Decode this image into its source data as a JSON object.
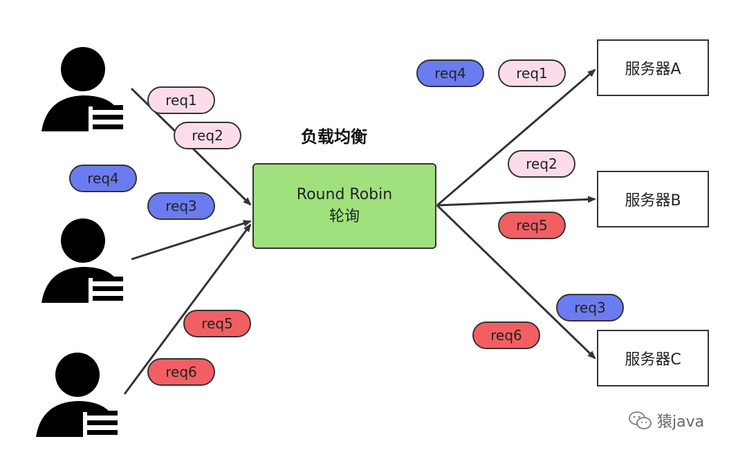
{
  "title": "负载均衡",
  "balancer": {
    "line1": "Round Robin",
    "line2": "轮询"
  },
  "servers": [
    "服务器A",
    "服务器B",
    "服务器C"
  ],
  "colors": {
    "client_reqs": "#fcdcea",
    "server_c_reqs": "#6b7cf0",
    "server_b_reqs": "#f25f63",
    "balancer_fill": "#a0e17e"
  },
  "requests": {
    "r1": "req1",
    "r2": "req2",
    "r3": "req3",
    "r4": "req4",
    "r5": "req5",
    "r6": "req6"
  },
  "watermark": "猿java"
}
